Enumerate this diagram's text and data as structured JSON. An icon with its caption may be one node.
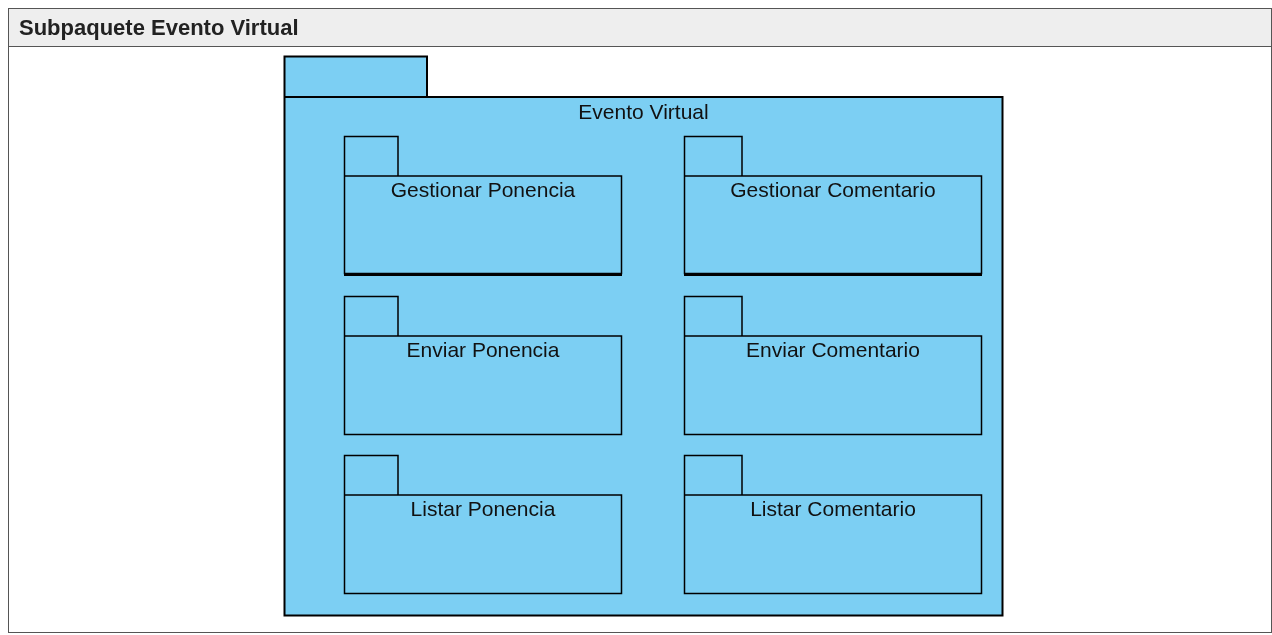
{
  "diagram": {
    "title": "Subpaquete Evento Virtual",
    "nodes": [
      {
        "text": [
          "Evento Virtual"
        ]
      },
      {
        "text": [
          "Gestionar Ponencia"
        ],
        "in": 0
      },
      {
        "text": [
          "Gestionar Comentario"
        ],
        "in": 0
      },
      {
        "text": [
          "Enviar Ponencia"
        ],
        "in": 0
      },
      {
        "text": [
          "Enviar Comentario"
        ],
        "in": 0
      },
      {
        "text": [
          "Listar Ponencia"
        ],
        "in": 0
      },
      {
        "text": [
          "Listar Comentario"
        ],
        "in": 0
      }
    ],
    "edges": []
  }
}
